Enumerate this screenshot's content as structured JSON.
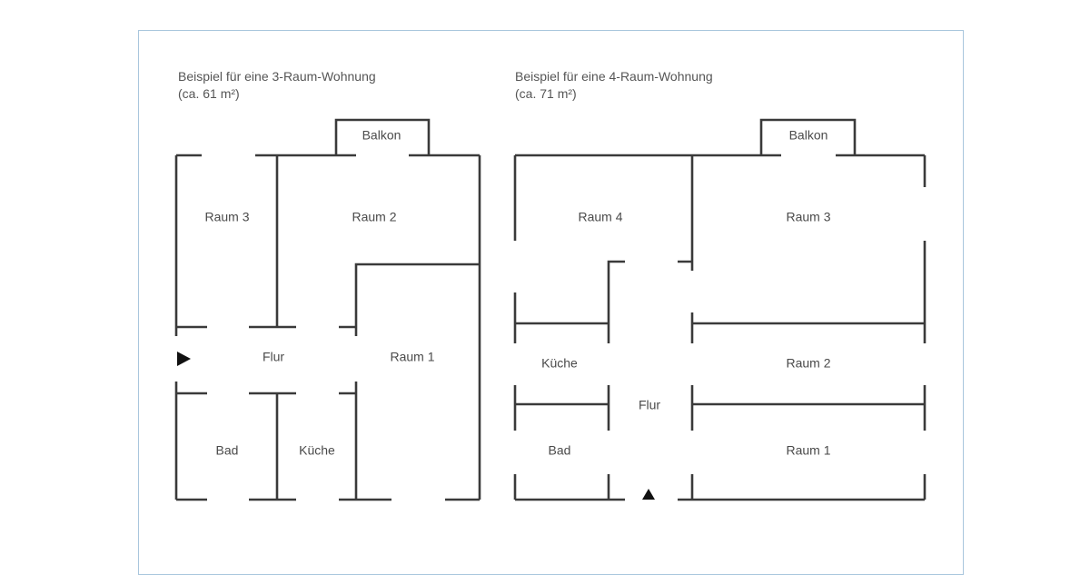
{
  "plans": [
    {
      "title": "Beispiel für eine 3-Raum-Wohnung",
      "area": "(ca. 61 m²)",
      "rooms": {
        "balkon": "Balkon",
        "raum3": "Raum 3",
        "raum2": "Raum 2",
        "flur": "Flur",
        "raum1": "Raum 1",
        "bad": "Bad",
        "kueche": "Küche"
      },
      "entrance_icon": "triangle-right-icon"
    },
    {
      "title": "Beispiel für eine 4-Raum-Wohnung",
      "area": "(ca. 71 m²)",
      "rooms": {
        "balkon": "Balkon",
        "raum4": "Raum 4",
        "raum3": "Raum 3",
        "kueche": "Küche",
        "raum2": "Raum 2",
        "flur": "Flur",
        "bad": "Bad",
        "raum1": "Raum 1"
      },
      "entrance_icon": "triangle-up-icon"
    }
  ],
  "colors": {
    "frame": "#a9c6dd",
    "walls": "#3a3a3a"
  }
}
